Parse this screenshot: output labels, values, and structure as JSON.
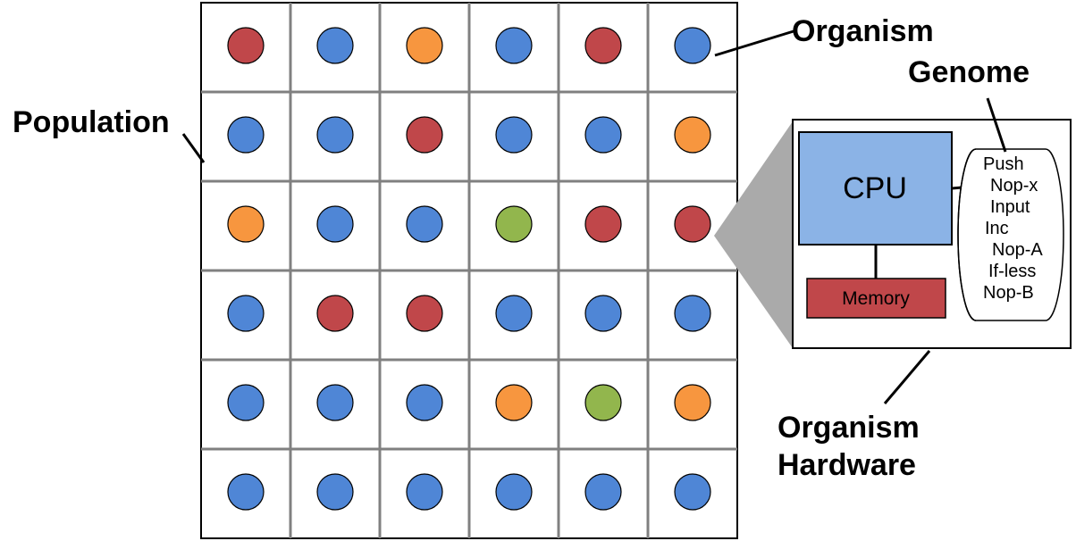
{
  "labels": {
    "organism": "Organism",
    "genome": "Genome",
    "population": "Population",
    "hardware_line1": "Organism",
    "hardware_line2": "Hardware"
  },
  "hardware": {
    "cpu_label": "CPU",
    "memory_label": "Memory",
    "genome_instructions": [
      "Push",
      "Nop-x",
      "Input",
      "Inc",
      "Nop-A",
      "If-less",
      "Nop-B"
    ]
  },
  "colors": {
    "blue": "#4f86d6",
    "red": "#c0474a",
    "orange": "#f7963f",
    "green": "#92b64d",
    "grid_line": "#808080",
    "cpu_fill": "#8bb3e6",
    "memory_fill": "#c0474a",
    "zoom_fill": "#aaaaaa"
  },
  "population_grid": [
    [
      "red",
      "blue",
      "orange",
      "blue",
      "red",
      "blue"
    ],
    [
      "blue",
      "blue",
      "red",
      "blue",
      "blue",
      "orange"
    ],
    [
      "orange",
      "blue",
      "blue",
      "green",
      "red",
      "red"
    ],
    [
      "blue",
      "red",
      "red",
      "blue",
      "blue",
      "blue"
    ],
    [
      "blue",
      "blue",
      "blue",
      "orange",
      "green",
      "orange"
    ],
    [
      "blue",
      "blue",
      "blue",
      "blue",
      "blue",
      "blue"
    ]
  ]
}
